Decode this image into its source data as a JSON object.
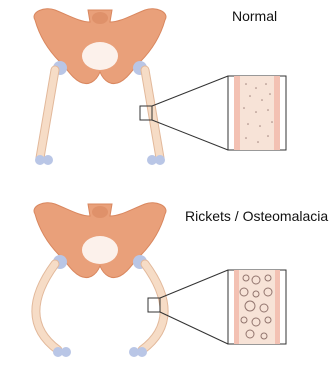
{
  "panels": [
    {
      "id": "normal",
      "label": "Normal"
    },
    {
      "id": "rickets",
      "label": "Rickets / Osteomalacia"
    }
  ],
  "colors": {
    "pelvis": "#e9a07a",
    "pelvis_shadow": "#d9875f",
    "bone": "#f6dcc6",
    "bone_outline": "#e2b89a",
    "cartilage": "#b9c6e6",
    "cortex_normal": "#f3c1b3",
    "marrow": "#f7e3d7",
    "porous_dots": "#7a5a55",
    "callout_line": "#333333"
  },
  "icons": {
    "normal_pelvis": "pelvis-normal-icon",
    "rickets_pelvis": "pelvis-rickets-icon",
    "normal_section": "bone-section-normal-icon",
    "rickets_section": "bone-section-porous-icon"
  }
}
